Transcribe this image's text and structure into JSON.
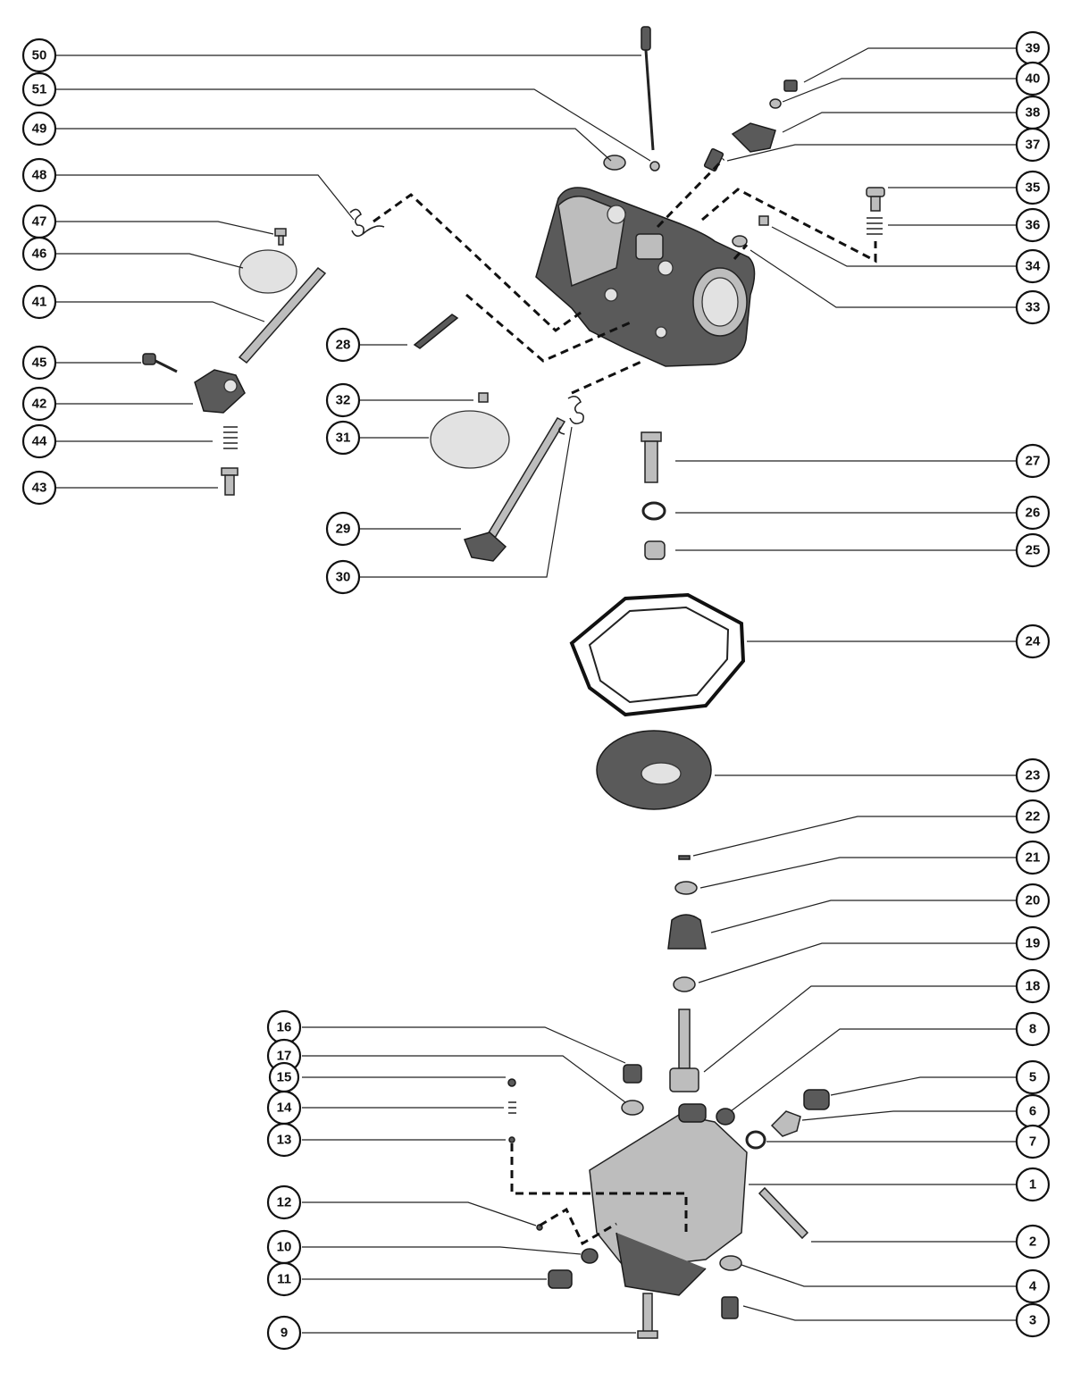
{
  "diagram": {
    "type": "exploded-parts-diagram",
    "callouts": [
      "50",
      "51",
      "49",
      "48",
      "47",
      "46",
      "41",
      "45",
      "42",
      "44",
      "43",
      "28",
      "32",
      "31",
      "29",
      "30",
      "39",
      "40",
      "38",
      "37",
      "35",
      "36",
      "34",
      "33",
      "27",
      "26",
      "25",
      "24",
      "23",
      "22",
      "21",
      "20",
      "19",
      "18",
      "8",
      "5",
      "6",
      "7",
      "1",
      "2",
      "4",
      "3",
      "16",
      "17",
      "15",
      "14",
      "13",
      "12",
      "10",
      "11",
      "9"
    ]
  },
  "colors": {
    "ink": "#111111",
    "part_fill": "#bdbdbd",
    "dark_fill": "#5a5a5a",
    "background": "#ffffff"
  }
}
